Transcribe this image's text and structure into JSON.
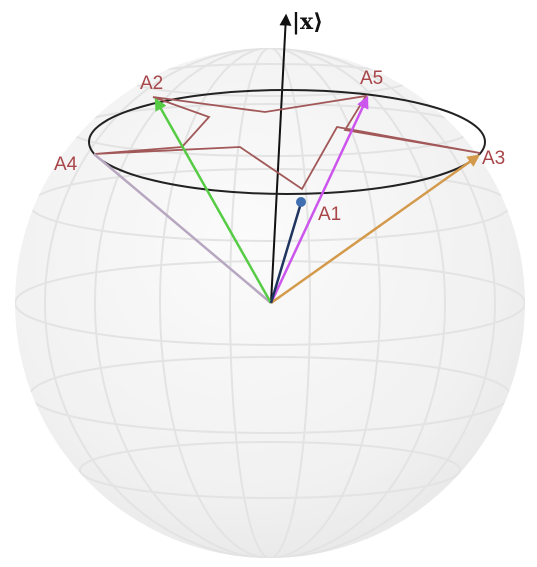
{
  "axis_label": "|x⟩",
  "points": [
    {
      "id": "A1",
      "label": "A1",
      "color": "#3f6fb0"
    },
    {
      "id": "A2",
      "label": "A2",
      "color": "#55cc44"
    },
    {
      "id": "A3",
      "label": "A3",
      "color": "#d49a4c"
    },
    {
      "id": "A4",
      "label": "A4",
      "color": "#b7a7c0"
    },
    {
      "id": "A5",
      "label": "A5",
      "color": "#cc55ee"
    }
  ],
  "colors": {
    "label": "#a8464a",
    "star": "#a25858",
    "circle": "#222222",
    "axis": "#111111",
    "sphere": "#f2f2f2",
    "grid": "#e3e3e3"
  }
}
